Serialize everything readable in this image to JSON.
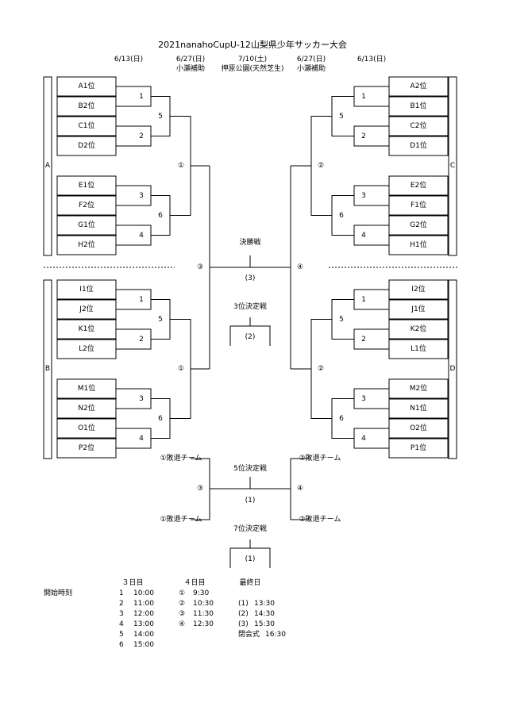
{
  "title": "2021nanahoCupU-12山梨県少年サッカー大会",
  "header": {
    "dates": [
      "6/13(日)",
      "6/27(日)",
      "7/10(土)",
      "6/27(日)",
      "6/13(日)"
    ],
    "venues": [
      "小瀬補助",
      "押原公園(天然芝生)",
      "小瀬補助"
    ]
  },
  "groups": {
    "A": [
      "A1位",
      "B2位",
      "C1位",
      "D2位",
      "E1位",
      "F2位",
      "G1位",
      "H2位"
    ],
    "B": [
      "I1位",
      "J2位",
      "K1位",
      "L2位",
      "M1位",
      "N2位",
      "O1位",
      "P2位"
    ],
    "C": [
      "A2位",
      "B1位",
      "C2位",
      "D1位",
      "E2位",
      "F1位",
      "G2位",
      "H1位"
    ],
    "D": [
      "I2位",
      "J1位",
      "K2位",
      "L1位",
      "M2位",
      "N1位",
      "O2位",
      "P1位"
    ]
  },
  "side_labels": [
    "A",
    "B",
    "C",
    "D"
  ],
  "match_nums": {
    "r1": [
      "1",
      "2",
      "3",
      "4"
    ],
    "r2": [
      "5",
      "6"
    ],
    "qf": [
      "①",
      "②",
      "③",
      "④"
    ]
  },
  "finals": {
    "final_label": "決勝戦",
    "final_num": "(3)",
    "third_label": "3位決定戦",
    "third_num": "(2)",
    "fifth_label": "5位決定戦",
    "fifth_num": "(1)",
    "seventh_label": "7位決定戦",
    "seventh_num": "(1)",
    "loser_1": "①敗退チーム",
    "loser_2": "②敗退チーム"
  },
  "schedule": {
    "start_label": "開始時刻",
    "col3_header": "３日目",
    "col4_header": "４日目",
    "colf_header": "最終日",
    "day3": [
      [
        "1",
        "10:00"
      ],
      [
        "2",
        "11:00"
      ],
      [
        "3",
        "12:00"
      ],
      [
        "4",
        "13:00"
      ],
      [
        "5",
        "14:00"
      ],
      [
        "6",
        "15:00"
      ]
    ],
    "day4": [
      [
        "①",
        "9:30"
      ],
      [
        "②",
        "10:30"
      ],
      [
        "③",
        "11:30"
      ],
      [
        "④",
        "12:30"
      ]
    ],
    "final": [
      [
        "(1)",
        "13:30"
      ],
      [
        "(2)",
        "14:30"
      ],
      [
        "(3)",
        "15:30"
      ],
      [
        "閉会式",
        "16:30"
      ]
    ]
  }
}
